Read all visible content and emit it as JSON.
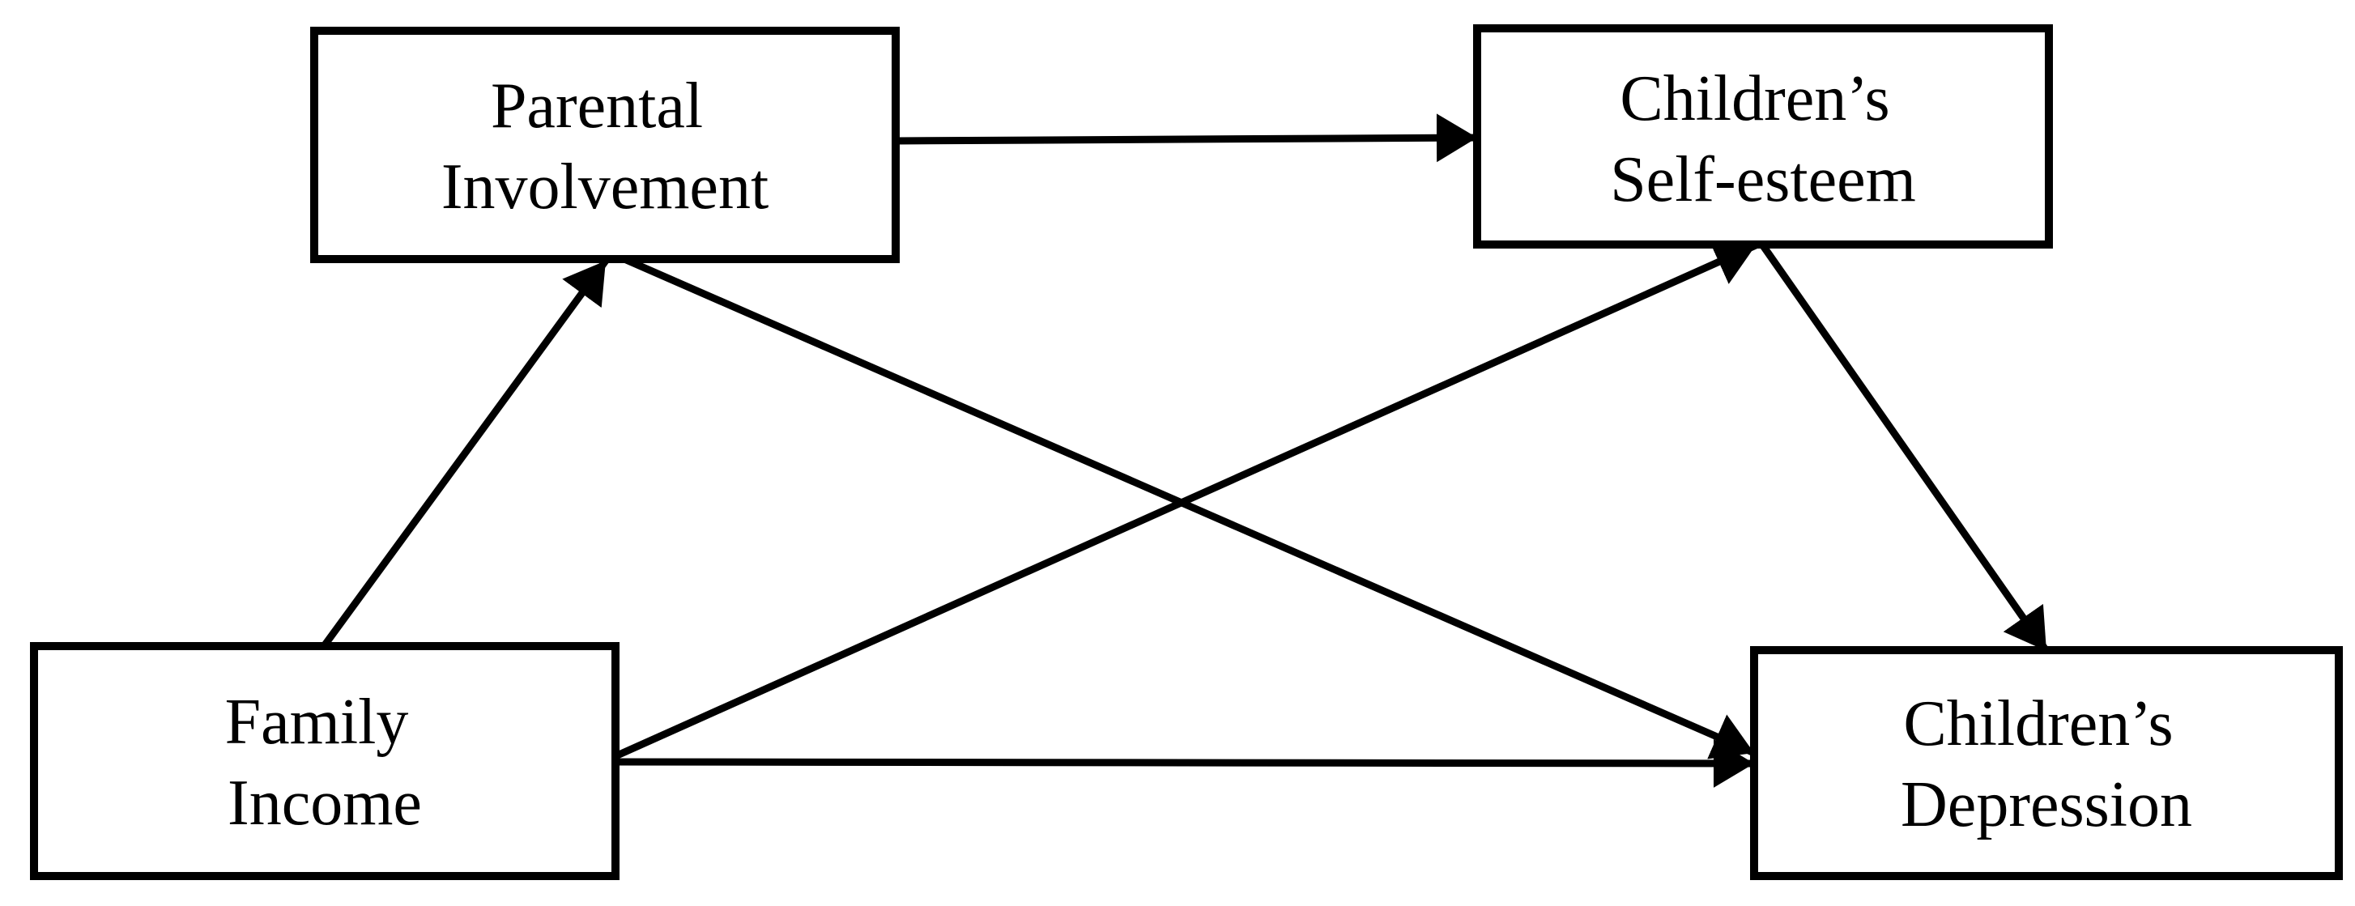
{
  "diagram": {
    "type": "path-model",
    "background_color": "#ffffff",
    "line_color": "#000000",
    "box_fill_color": "#ffffff",
    "nodes": [
      {
        "id": "parental-involvement",
        "line1": "Parental",
        "line2": "Involvement",
        "position": "top-left"
      },
      {
        "id": "childrens-self-esteem",
        "line1": "Children’s",
        "line2": "Self-esteem",
        "position": "top-right"
      },
      {
        "id": "family-income",
        "line1": "Family",
        "line2": "Income",
        "position": "bottom-left"
      },
      {
        "id": "childrens-depression",
        "line1": "Children’s",
        "line2": "Depression",
        "position": "bottom-right"
      }
    ],
    "edges": [
      {
        "from": "family-income",
        "to": "parental-involvement"
      },
      {
        "from": "parental-involvement",
        "to": "childrens-self-esteem"
      },
      {
        "from": "family-income",
        "to": "childrens-self-esteem"
      },
      {
        "from": "parental-involvement",
        "to": "childrens-depression"
      },
      {
        "from": "family-income",
        "to": "childrens-depression"
      },
      {
        "from": "childrens-self-esteem",
        "to": "childrens-depression"
      }
    ]
  }
}
